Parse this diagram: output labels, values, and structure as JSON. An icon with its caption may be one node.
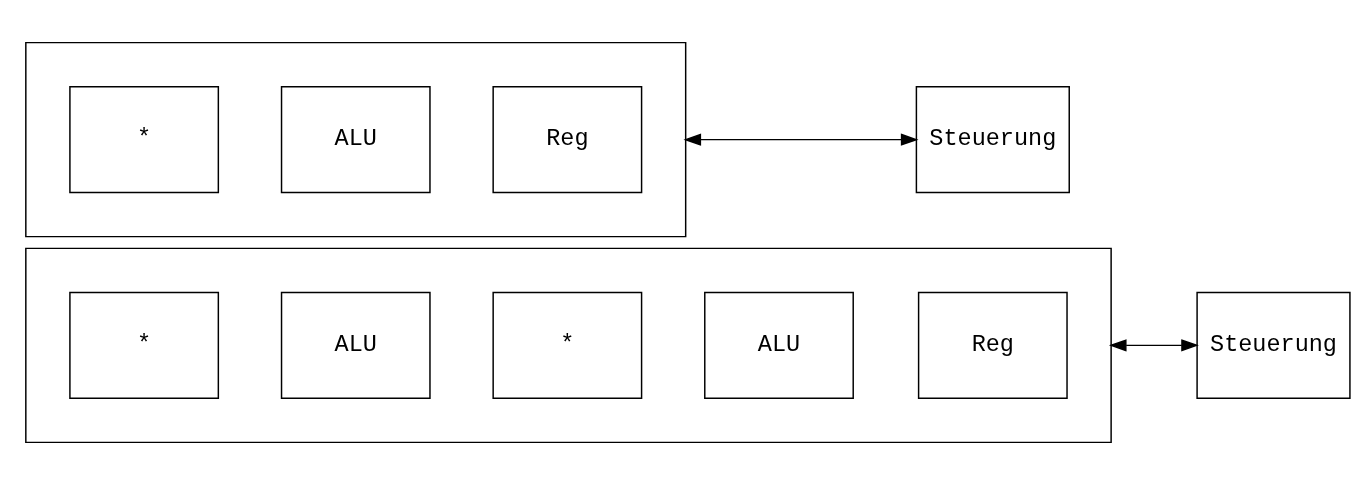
{
  "diagram": {
    "nodes": [
      {
        "text": [],
        "shape": "box"
      },
      {
        "text": [
          "*"
        ],
        "in": 0
      },
      {
        "text": [
          "ALU"
        ],
        "in": 0
      },
      {
        "text": [
          "Reg"
        ],
        "in": 0
      },
      {
        "text": [
          "Steuerung"
        ]
      },
      {
        "text": [],
        "shape": "box"
      },
      {
        "text": [
          "*"
        ],
        "in": 5
      },
      {
        "text": [
          "ALU"
        ],
        "in": 5
      },
      {
        "text": [
          "*"
        ],
        "in": 5
      },
      {
        "text": [
          "ALU"
        ],
        "in": 5
      },
      {
        "text": [
          "Reg"
        ],
        "in": 5
      },
      {
        "text": [
          "Steuerung"
        ]
      }
    ],
    "edges": [
      {
        "from": 0,
        "to": 4,
        "arrow": "both"
      },
      {
        "from": 5,
        "to": 11,
        "arrow": "both"
      }
    ]
  }
}
